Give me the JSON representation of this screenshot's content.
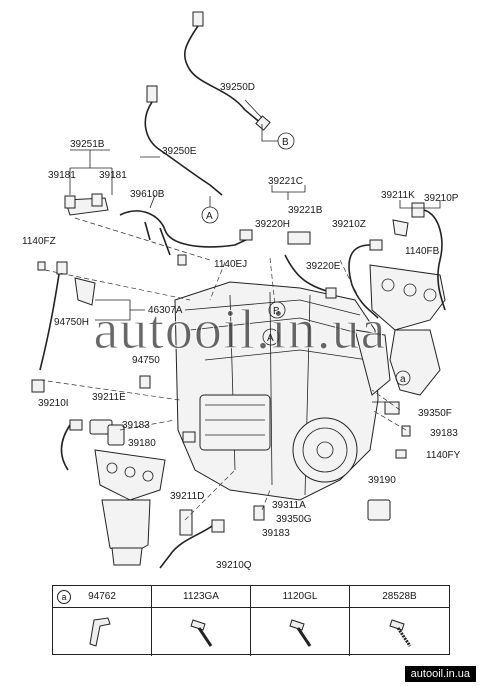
{
  "labels": {
    "l39250D": "39250D",
    "l39250E": "39250E",
    "l39251B": "39251B",
    "l39181a": "39181",
    "l39181b": "39181",
    "l39610B": "39610B",
    "l39221C": "39221C",
    "l39221B": "39221B",
    "l39211K": "39211K",
    "l39210P": "39210P",
    "l1140FZ": "1140FZ",
    "l39220H": "39220H",
    "l39210Z": "39210Z",
    "l1140EJ": "1140EJ",
    "l39220E": "39220E",
    "l1140FB": "1140FB",
    "l46307A": "46307A",
    "l94750H": "94750H",
    "l94750": "94750",
    "l39210I": "39210I",
    "l39211E": "39211E",
    "l39183a": "39183",
    "l39180": "39180",
    "l39350F": "39350F",
    "l39183b": "39183",
    "l1140FY": "1140FY",
    "l39190": "39190",
    "l39211D": "39211D",
    "l39311A": "39311A",
    "l39350G": "39350G",
    "l39183c": "39183",
    "l39210Q": "39210Q"
  },
  "callouts": {
    "A": "A",
    "B": "B",
    "a": "a"
  },
  "table": {
    "marker": "a",
    "headers": [
      "94762",
      "1123GA",
      "1120GL",
      "28528B"
    ]
  },
  "watermark": "autooil.in.ua",
  "site": "autooil.in.ua"
}
